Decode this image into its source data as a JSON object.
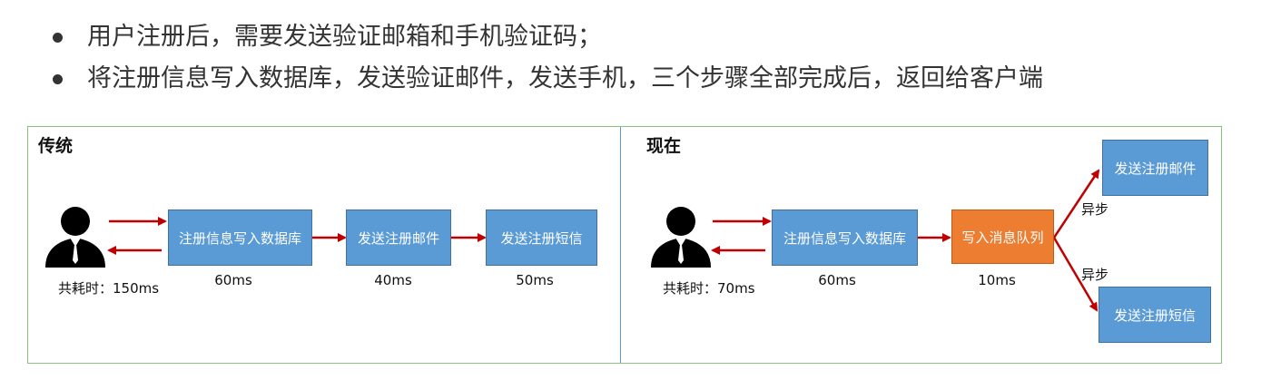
{
  "bullets": [
    "用户注册后，需要发送验证邮箱和手机验证码；",
    "将注册信息写入数据库，发送验证邮件，发送手机，三个步骤全部完成后，返回给客户端"
  ],
  "traditional": {
    "title": "传统",
    "steps": [
      {
        "label": "注册信息写入数据库",
        "time": "60ms"
      },
      {
        "label": "发送注册邮件",
        "time": "40ms"
      },
      {
        "label": "发送注册短信",
        "time": "50ms"
      }
    ],
    "total": "共耗时：150ms"
  },
  "current": {
    "title": "现在",
    "steps": [
      {
        "label": "注册信息写入数据库",
        "time": "60ms"
      },
      {
        "label": "写入消息队列",
        "time": "10ms"
      }
    ],
    "async_targets": [
      "发送注册邮件",
      "发送注册短信"
    ],
    "async_label": "异步",
    "total": "共耗时：70ms"
  },
  "colors": {
    "blue_box": "#5b9bd5",
    "orange_box": "#ed7d31",
    "arrow": "#c00000",
    "frame": "#8cc17a"
  }
}
